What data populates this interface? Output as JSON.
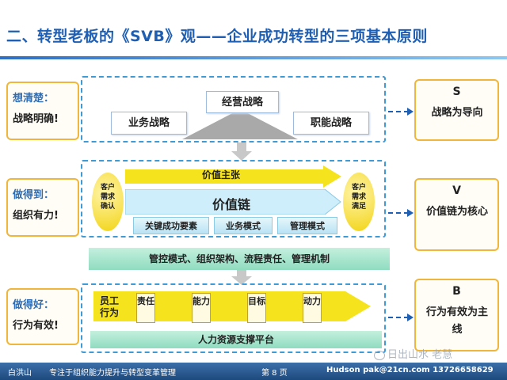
{
  "title": "二、转型老板的《SVB》观——企业成功转型的三项基本原则",
  "left": [
    {
      "q": "想清楚：",
      "a": "战略明确!"
    },
    {
      "q": "做得到：",
      "a": "组织有力!"
    },
    {
      "q": "做得好：",
      "a": "行为有效!"
    }
  ],
  "right": [
    {
      "letter": "S",
      "desc": "战略为导向"
    },
    {
      "letter": "V",
      "desc": "价值链为核心"
    },
    {
      "letter": "B",
      "desc": "行为有效为主线"
    }
  ],
  "strategy": {
    "top": "经营战略",
    "left": "业务战略",
    "right": "职能战略"
  },
  "value": {
    "proposition": "价值主张",
    "chain": "价值链",
    "customer_need": "客户需求确认",
    "customer_satisfied": "客户需求满足",
    "tiles": [
      "关键成功要素",
      "业务模式",
      "管理模式"
    ]
  },
  "control_bar": "管控模式、组织架构、流程责任、管理机制",
  "behavior": {
    "employee": "员工行为",
    "tags": [
      "责任",
      "能力",
      "目标",
      "动力"
    ]
  },
  "hr_platform": "人力资源支撑平台",
  "watermark": "日出山水 老慧",
  "footer": {
    "author": "白洪山",
    "slogan": "专注于组织能力提升与转型变革管理",
    "page": "第 8 页",
    "contact": "Hudson pak@21cn.com  13726658629"
  },
  "colors": {
    "accent_blue": "#1f5fb3",
    "frame_orange": "#f0b63c",
    "dash_blue": "#3f9bd6",
    "arrow_yellow": "#f5e31e",
    "bar_green": "#a7e6cf"
  }
}
